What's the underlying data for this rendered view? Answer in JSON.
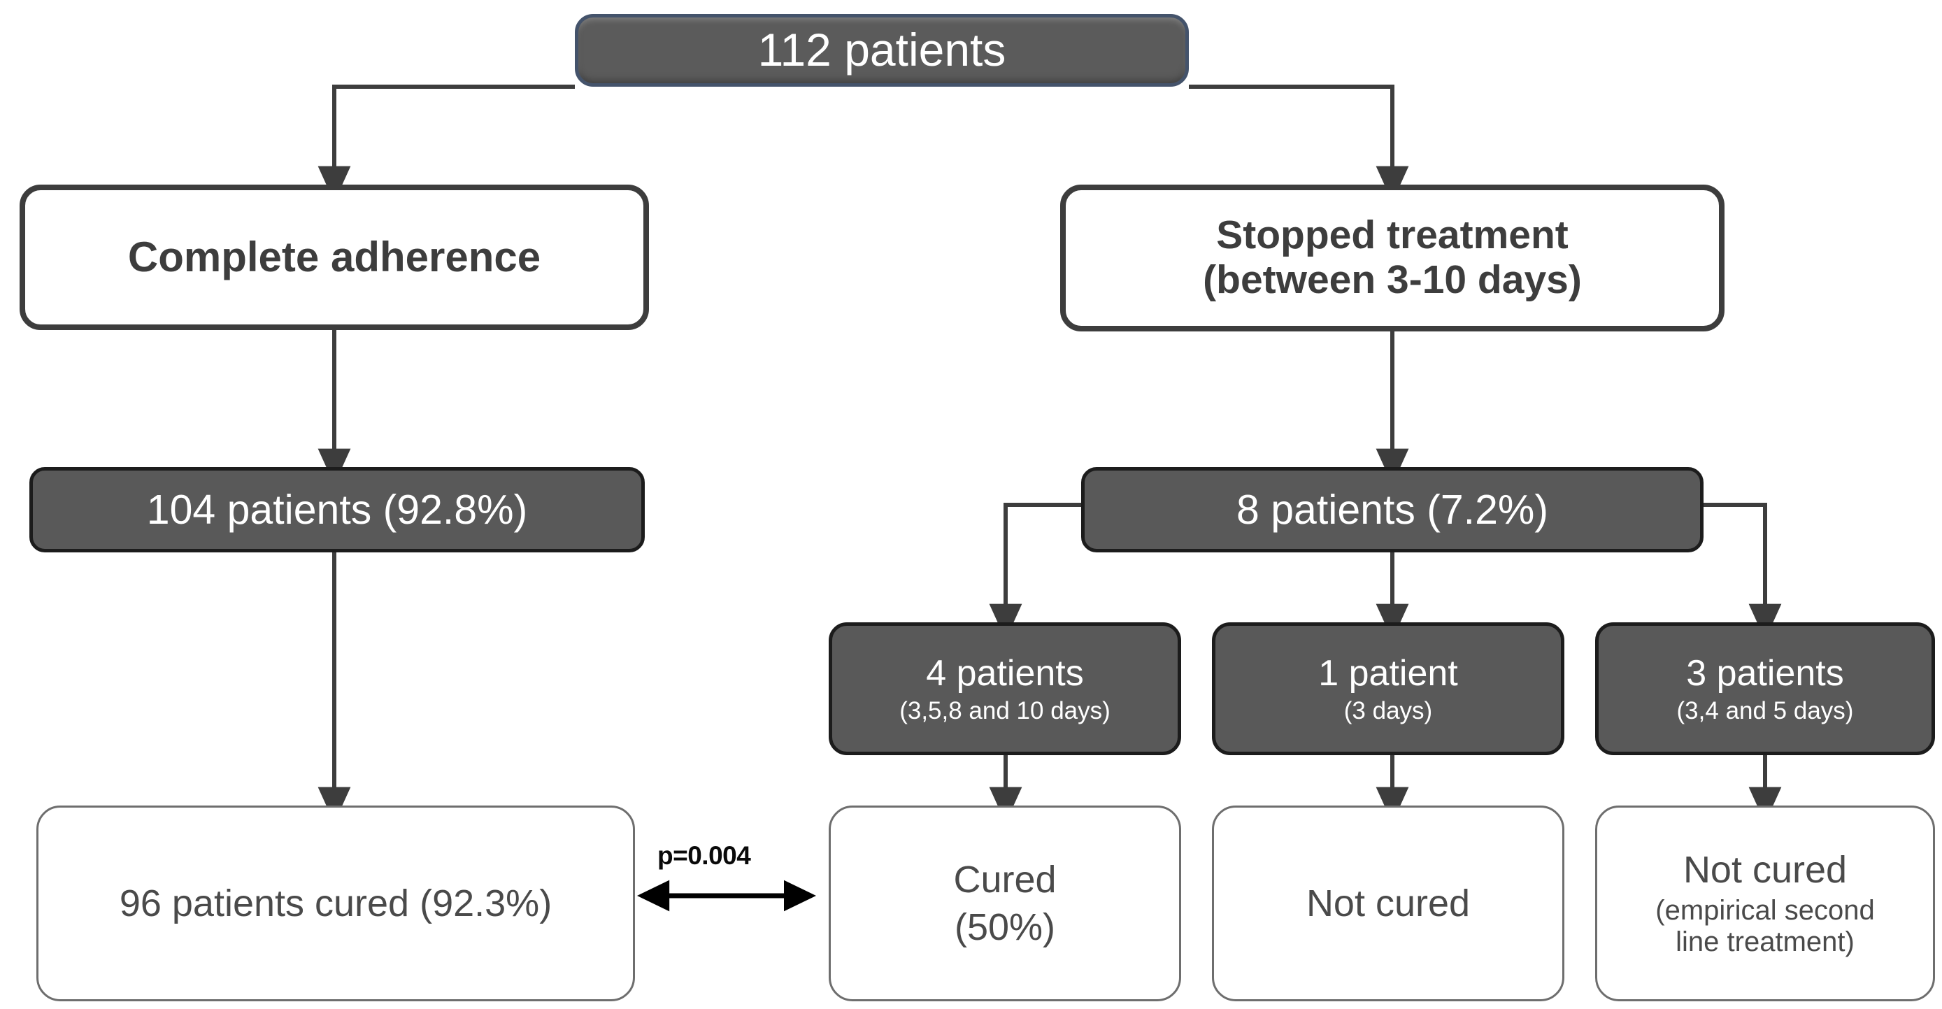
{
  "diagram": {
    "title": "Patient adherence and cure outcomes flowchart",
    "colors": {
      "dark_fill": "#595959",
      "root_fill": "#5b5b5b",
      "root_border": "#44536b",
      "heavy_border": "#3d3d3d",
      "light_border": "#6e6e6e",
      "connector": "#3d3d3d",
      "pvalue_arrow": "#000000",
      "white_text": "#ffffff",
      "dark_text": "#4a4a4a",
      "background": "#ffffff"
    }
  },
  "nodes": {
    "root": {
      "label": "112 patients",
      "count": 112
    },
    "complete_adherence": {
      "label": "Complete adherence"
    },
    "stopped_treatment": {
      "line1": "Stopped treatment",
      "line2": "(between 3-10 days)"
    },
    "adherent_count": {
      "label": "104 patients (92.8%)",
      "count": 104,
      "percent": 92.8
    },
    "stopped_count": {
      "label": "8 patients (7.2%)",
      "count": 8,
      "percent": 7.2
    },
    "stopped_group_4": {
      "line1": "4 patients",
      "line2": "(3,5,8 and 10 days)",
      "count": 4
    },
    "stopped_group_1": {
      "line1": "1 patient",
      "line2": "(3 days)",
      "count": 1
    },
    "stopped_group_3": {
      "line1": "3 patients",
      "line2": "(3,4 and 5 days)",
      "count": 3
    },
    "adherent_cured": {
      "label": "96 patients cured (92.3%)",
      "count": 96,
      "percent": 92.3
    },
    "group4_outcome": {
      "line1": "Cured",
      "line2": "(50%)",
      "percent": 50
    },
    "group1_outcome": {
      "line1": "Not cured"
    },
    "group3_outcome": {
      "line1": "Not cured",
      "line2": "(empirical second",
      "line3": "line treatment)"
    }
  },
  "annotations": {
    "p_value": "p=0.004"
  },
  "chart_data": {
    "type": "diagram",
    "title": "Patient adherence and cure outcomes flowchart",
    "total_patients": 112,
    "branches": [
      {
        "name": "Complete adherence",
        "patients": 104,
        "percent_of_total": 92.8,
        "outcome": "96 patients cured (92.3%)",
        "cured": 96,
        "cured_percent": 92.3
      },
      {
        "name": "Stopped treatment (between 3-10 days)",
        "patients": 8,
        "percent_of_total": 7.2,
        "subgroups": [
          {
            "patients": 4,
            "days": "3,5,8 and 10 days",
            "outcome": "Cured (50%)",
            "cured_percent": 50
          },
          {
            "patients": 1,
            "days": "3 days",
            "outcome": "Not cured"
          },
          {
            "patients": 3,
            "days": "3,4 and 5 days",
            "outcome": "Not cured (empirical second line treatment)"
          }
        ]
      }
    ],
    "comparison": {
      "between": [
        "96 patients cured (92.3%)",
        "Cured (50%)"
      ],
      "p_value": "p=0.004"
    }
  }
}
